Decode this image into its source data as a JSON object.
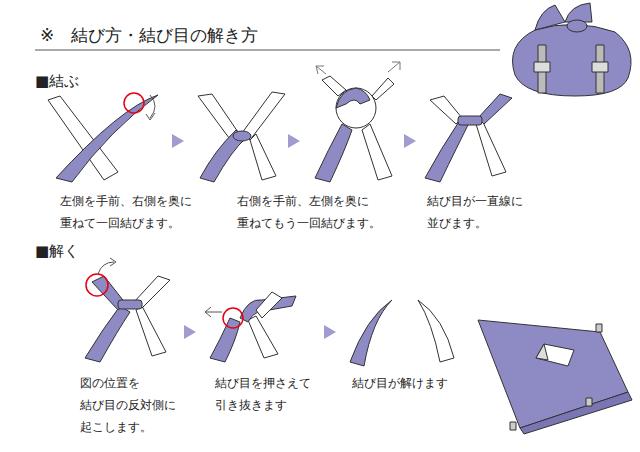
{
  "diagram": {
    "title": "※　結び方・結び目の解き方",
    "labels": [
      "■結ぶ",
      "左側を手前、右側を奥に 重ねて一回結びます。",
      "右側を手前、左側を奥に 重ねてもう一回結びます。",
      "結び目が一直線に 並びます。",
      "■解く",
      "図の位置を 結び目の反対側に 起こします。",
      "結び目を押さえて 引き抜きます",
      "結び目が解けます"
    ]
  }
}
